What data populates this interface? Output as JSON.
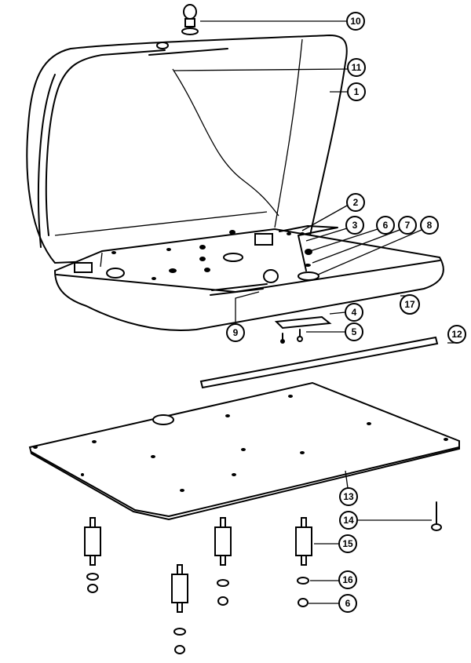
{
  "diagram": {
    "title": "Exploded parts view - cover, base and mounting plate",
    "callouts": [
      "10",
      "11",
      "1",
      "2",
      "3",
      "6",
      "7",
      "8",
      "17",
      "9",
      "4",
      "5",
      "12",
      "13",
      "14",
      "15",
      "16",
      "6"
    ]
  }
}
